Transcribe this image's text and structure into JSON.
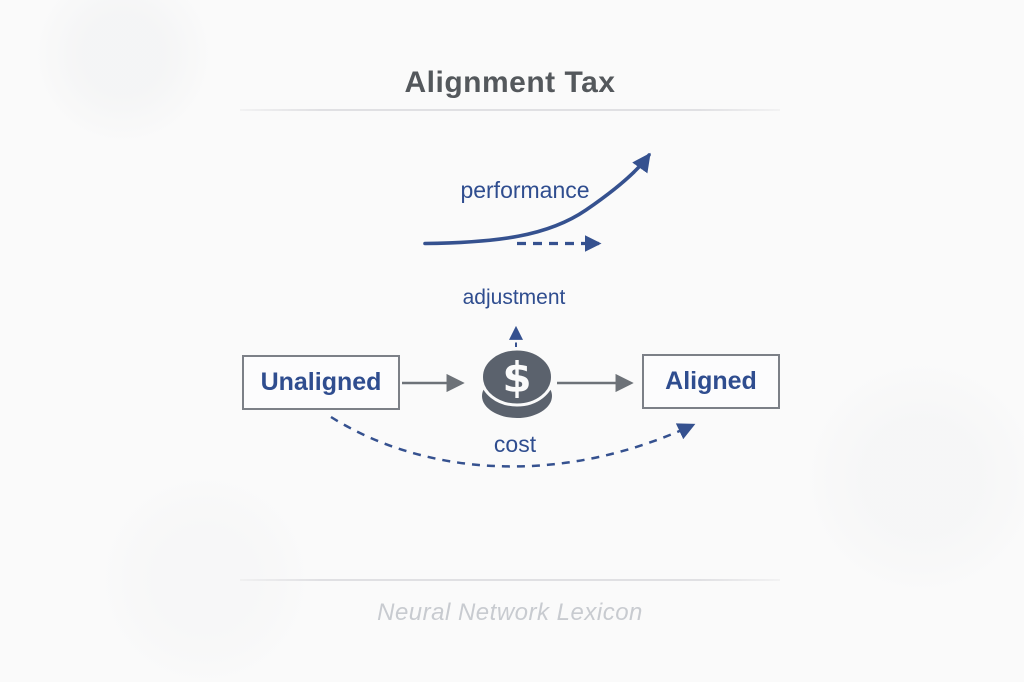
{
  "page": {
    "title": "Alignment Tax"
  },
  "performance_arrow": {
    "label": "performance"
  },
  "process_flow": {
    "start_node": "Unaligned",
    "end_node": "Aligned",
    "adjustment_label": "adjustment",
    "cost_label": "cost",
    "coin_symbol": "$"
  },
  "footer": {
    "caption": "Neural Network Lexicon"
  },
  "colors": {
    "background": "#fafafa",
    "title_gray": "#54585c",
    "accent_blue": "#2f4d8f",
    "curve_blue": "#35518f",
    "arrow_gray": "#6d7278",
    "box_border_gray": "#7c8087",
    "coin_gray": "#5b626d",
    "divider_gray": "#e0e0e3",
    "footer_gray": "#c8cbd0"
  }
}
